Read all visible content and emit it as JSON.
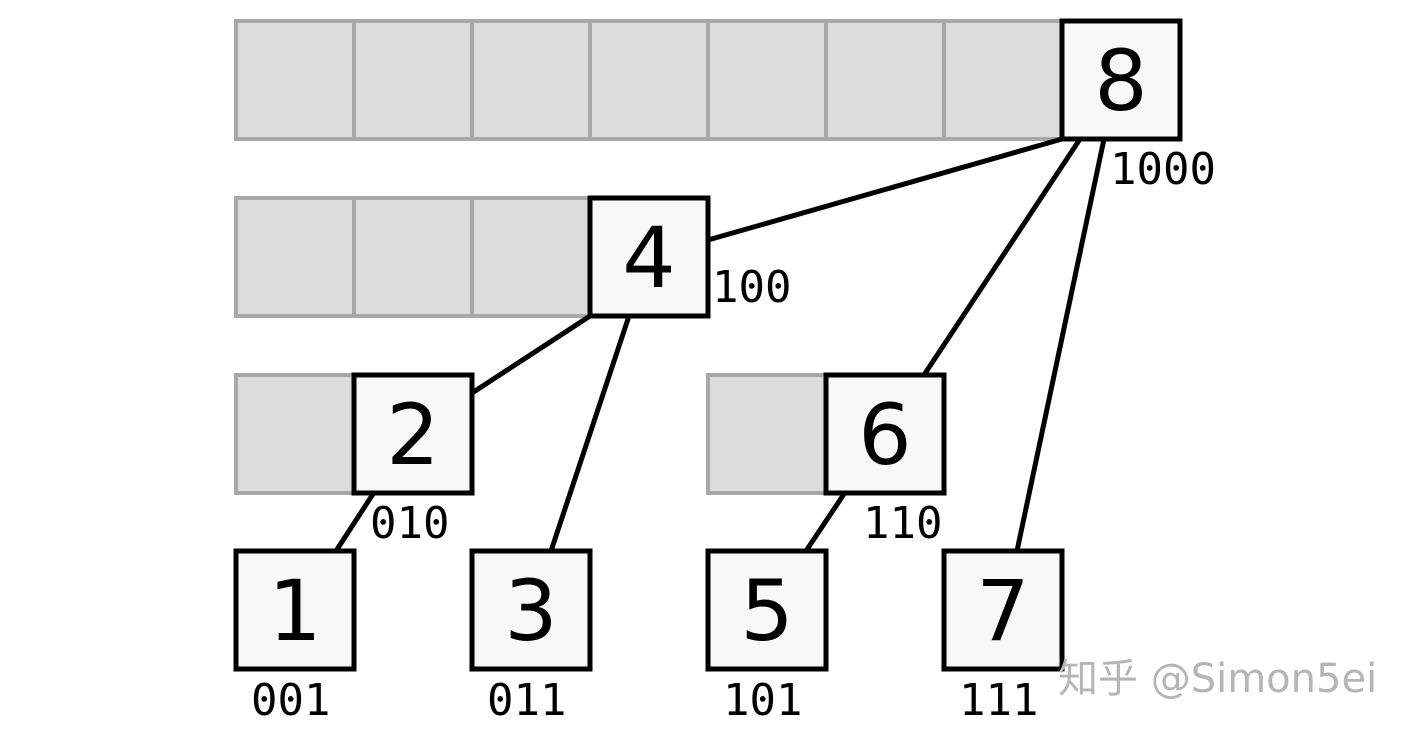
{
  "diagram": {
    "nodes": [
      {
        "id": "1",
        "label": "1",
        "binary": "001"
      },
      {
        "id": "2",
        "label": "2",
        "binary": "010"
      },
      {
        "id": "3",
        "label": "3",
        "binary": "011"
      },
      {
        "id": "4",
        "label": "4",
        "binary": "100"
      },
      {
        "id": "5",
        "label": "5",
        "binary": "101"
      },
      {
        "id": "6",
        "label": "6",
        "binary": "110"
      },
      {
        "id": "7",
        "label": "7",
        "binary": "111"
      },
      {
        "id": "8",
        "label": "8",
        "binary": "1000"
      }
    ],
    "edges": [
      {
        "from": "1",
        "to": "2"
      },
      {
        "from": "2",
        "to": "4"
      },
      {
        "from": "3",
        "to": "4"
      },
      {
        "from": "4",
        "to": "8"
      },
      {
        "from": "5",
        "to": "6"
      },
      {
        "from": "6",
        "to": "8"
      },
      {
        "from": "7",
        "to": "8"
      }
    ],
    "colors": {
      "node_fill": "#f8f8f8",
      "node_stroke": "#000000",
      "range_fill": "#dcdcdc",
      "range_stroke": "#a8a8a8",
      "edge": "#000000",
      "watermark": "#b5b5b5"
    }
  },
  "watermark": {
    "text": "知乎 @Simon5ei"
  }
}
